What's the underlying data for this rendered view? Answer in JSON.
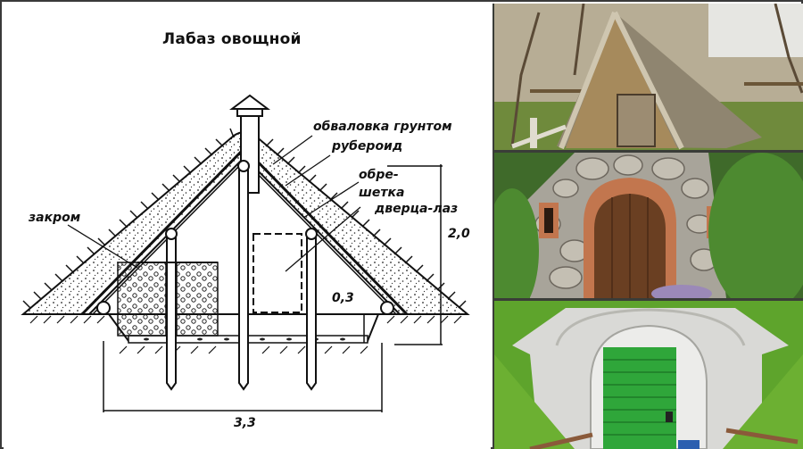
{
  "diagram": {
    "title": "Лабаз овощной",
    "labels": {
      "soil_cover": "обваловка грунтом",
      "roofing_felt": "рубероид",
      "lathing_line1": "обре-",
      "lathing_line2": "шетка",
      "hatch_door": "дверца-лаз",
      "bin": "закром"
    },
    "dimensions": {
      "height": "2,0",
      "pit_depth": "0,3",
      "width": "3,3"
    },
    "colors": {
      "ink": "#111111",
      "paper": "#ffffff",
      "frame": "#3a3a3a"
    }
  },
  "photos": [
    {
      "subject": "thatched A-frame storage hut with wooden door",
      "position": "top"
    },
    {
      "subject": "stone cellar with brick arched wooden door",
      "position": "middle"
    },
    {
      "subject": "earth-covered cellar with white arch and green door",
      "position": "bottom"
    }
  ]
}
